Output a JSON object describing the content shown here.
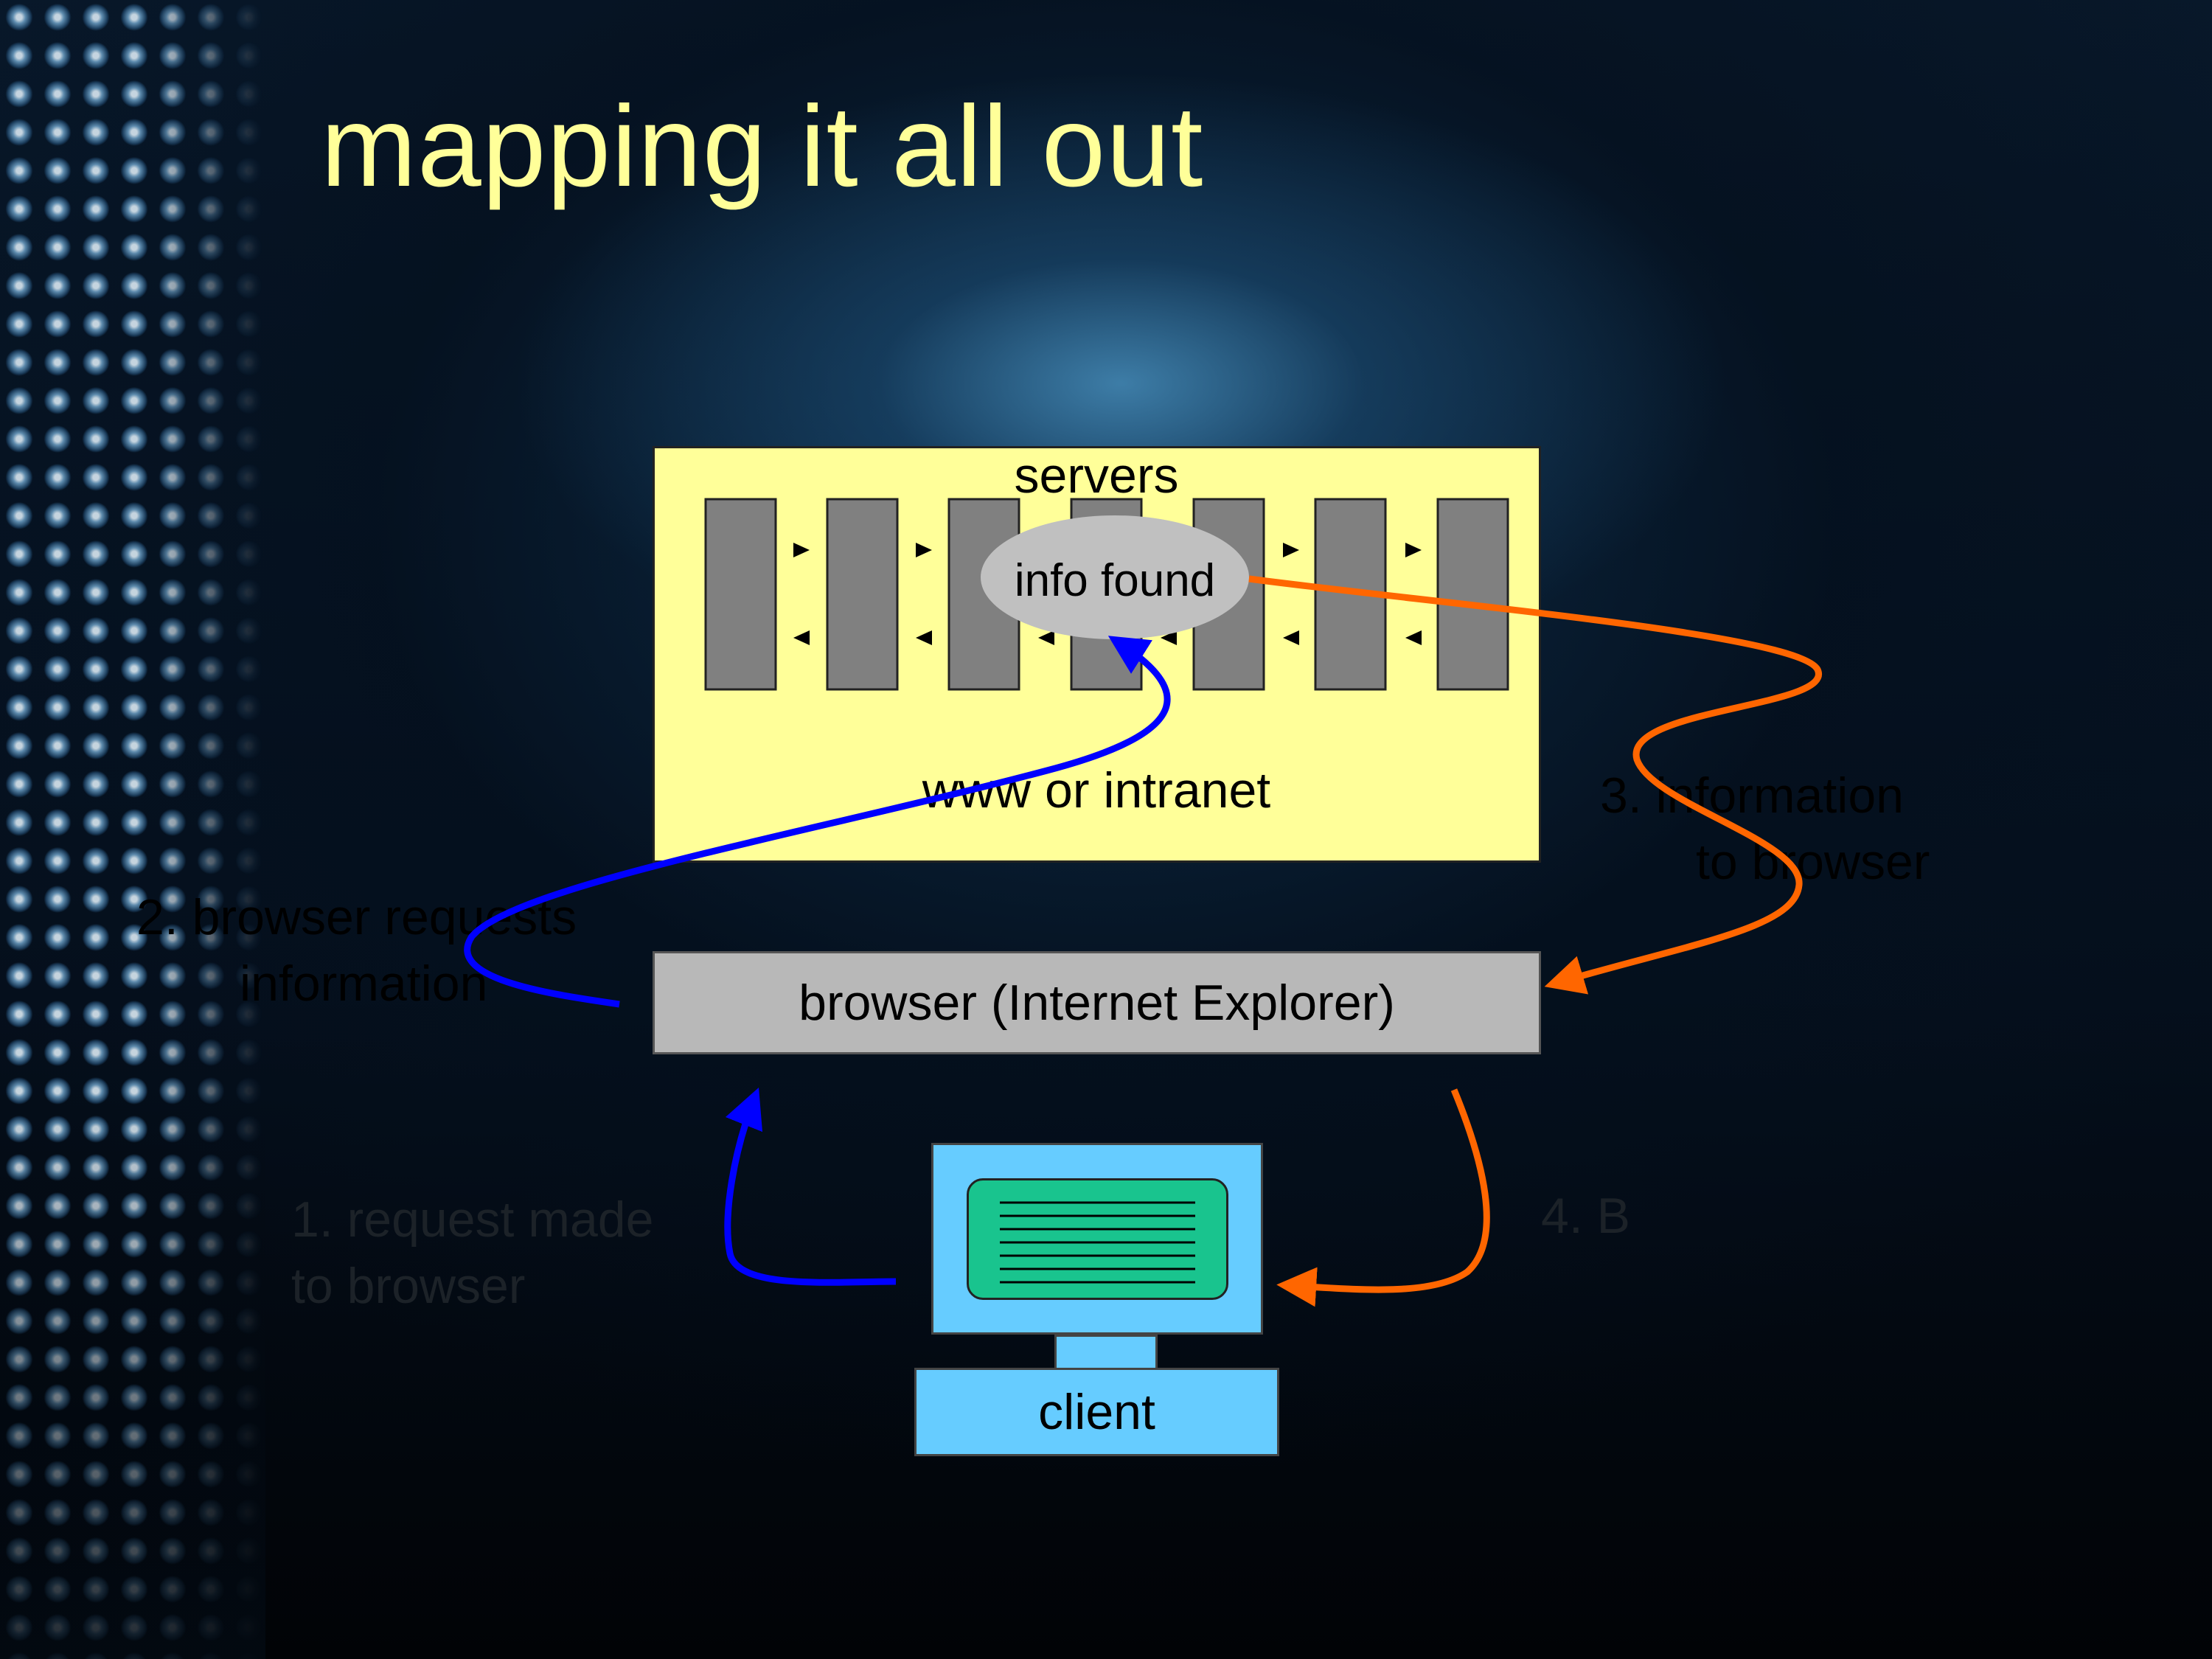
{
  "slide": {
    "title": "mapping it all out"
  },
  "diagram": {
    "servers_label": "servers",
    "network_label": "www or intranet",
    "info_found_label": "info found",
    "browser_label": "browser (Internet Explorer)",
    "client_label": "client",
    "steps": {
      "step1_line1": "1. request made",
      "step1_line2": "to browser",
      "step2_line1": "2. browser requests",
      "step2_line2": "information",
      "step3_line1": "3. information",
      "step3_line2": "to browser",
      "step4": "4. B"
    }
  },
  "colors": {
    "title": "#ffff99",
    "servers_box": "#ffff99",
    "server_rack": "#808080",
    "info_found_ellipse": "#c0c0c0",
    "browser_box": "#b8b8b8",
    "client": "#66ccff",
    "client_screen": "#19c48e",
    "request_arrow": "#0000ff",
    "response_arrow": "#ff6600"
  }
}
